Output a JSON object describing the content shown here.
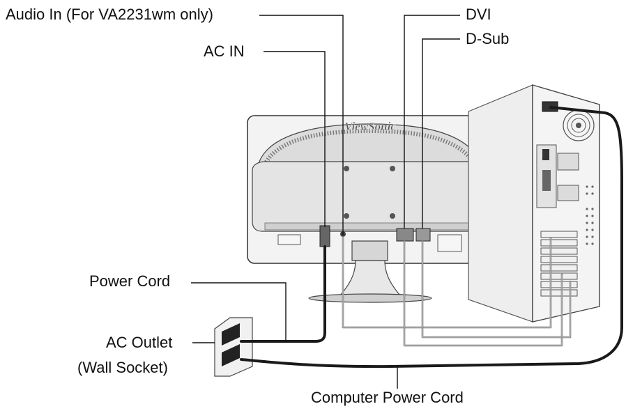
{
  "labels": {
    "audio_in": "Audio In (For VA2231wm only)",
    "ac_in": "AC IN",
    "dvi": "DVI",
    "dsub": "D-Sub",
    "power_cord": "Power Cord",
    "ac_outlet": "AC Outlet",
    "wall_socket": "(Wall Socket)",
    "computer_power_cord": "Computer Power Cord"
  },
  "brand": "ViewSonic",
  "colors": {
    "ink": "#111111",
    "cable": "#1a1a1a",
    "monitor_fill": "#f2f2f2",
    "body_fill": "#e6e6e6",
    "tower_fill": "#efefef"
  }
}
